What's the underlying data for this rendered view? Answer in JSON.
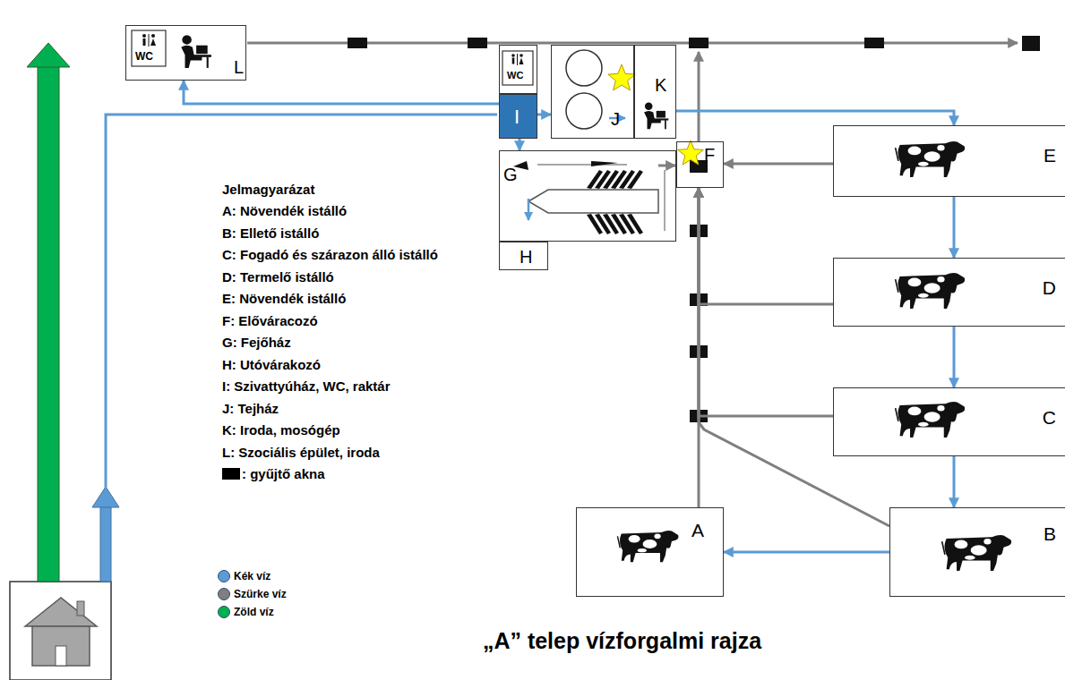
{
  "diagram": {
    "title": "„A” telep vízforgalmi rajza",
    "nodes": [
      {
        "text": [
          "WC",
          "L"
        ]
      },
      {
        "text": [
          "WC"
        ]
      },
      {
        "text": [
          "J"
        ]
      },
      {
        "text": [
          "K"
        ]
      },
      {
        "text": [
          "I"
        ]
      },
      {
        "text": [
          "G"
        ]
      },
      {
        "text": [
          "H"
        ]
      },
      {
        "text": [
          "F"
        ]
      },
      {
        "text": [
          "E"
        ]
      },
      {
        "text": [
          "D"
        ]
      },
      {
        "text": [
          "C"
        ]
      },
      {
        "text": [
          "A"
        ]
      },
      {
        "text": [
          "B"
        ]
      }
    ],
    "edges": [
      {
        "from": 4,
        "to": 0,
        "arrow": "to"
      },
      {
        "from": 4,
        "to": 2,
        "arrow": "to"
      },
      {
        "from": 4,
        "to": 5,
        "arrow": "to"
      },
      {
        "from": 3,
        "to": 8,
        "arrow": "to"
      },
      {
        "from": 8,
        "to": 9,
        "arrow": "to"
      },
      {
        "from": 9,
        "to": 10,
        "arrow": "to"
      },
      {
        "from": 10,
        "to": 12,
        "arrow": "to"
      },
      {
        "from": 12,
        "to": 11,
        "arrow": "to"
      },
      {
        "from": 8,
        "to": 7,
        "arrow": "to"
      },
      {
        "from": 9,
        "to": 7,
        "arrow": "to"
      },
      {
        "from": 10,
        "to": 7,
        "arrow": "to"
      },
      {
        "from": 12,
        "to": 7,
        "arrow": "to"
      },
      {
        "from": 11,
        "to": 7,
        "arrow": "to"
      }
    ],
    "labels": [
      "Jelmagyarázat"
    ],
    "legend": [
      {
        "text": "A: Növendék istálló"
      },
      {
        "text": "B: Ellető istálló"
      },
      {
        "text": "C: Fogadó és szárazon álló istálló"
      },
      {
        "text": "D: Termelő istálló"
      },
      {
        "text": "E: Növendék istálló"
      },
      {
        "text": "F: Előváracozó"
      },
      {
        "text": "G: Fejőház"
      },
      {
        "text": "H: Utóvárakozó"
      },
      {
        "text": "I: Szivattyúház, WC, raktár"
      },
      {
        "text": "J: Tejház"
      },
      {
        "text": "K: Iroda, mosógép"
      },
      {
        "text": "L: Szociális épület, iroda"
      },
      {
        "text": ": gyűjtő akna",
        "color": "#000000"
      },
      {
        "text": "Kék víz",
        "color": "#5b9bd5"
      },
      {
        "text": "Szürke víz",
        "color": "#7f7f7f"
      },
      {
        "text": "Zöld víz",
        "color": "#00b050"
      }
    ]
  }
}
